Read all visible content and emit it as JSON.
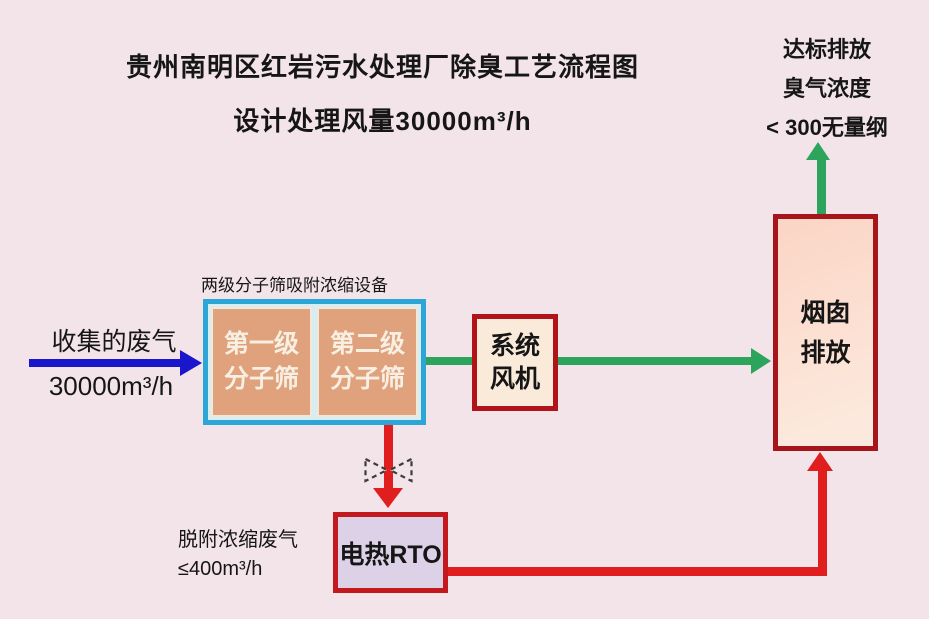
{
  "header": {
    "title": "贵州南明区红岩污水处理厂除臭工艺流程图",
    "subtitle": "设计处理风量30000m³/h"
  },
  "outlet_note": {
    "line1": "达标排放",
    "line2": "臭气浓度",
    "line3": "< 300无量纲"
  },
  "inlet": {
    "label": "收集的废气",
    "flow_rate": "30000m³/h"
  },
  "adsorption_unit": {
    "label": "两级分子筛吸附浓缩设备",
    "stage1": {
      "line1": "第一级",
      "line2": "分子筛"
    },
    "stage2": {
      "line1": "第二级",
      "line2": "分子筛"
    }
  },
  "fan": {
    "line1": "系统",
    "line2": "风机"
  },
  "stack": {
    "line1": "烟囱",
    "line2": "排放"
  },
  "rto": {
    "label": "电热RTO"
  },
  "desorption": {
    "line1": "脱附浓缩废气",
    "line2": "≤400m³/h"
  },
  "icons": {
    "valve": "butterfly-valve"
  },
  "colors": {
    "background": "#f3e4ea",
    "inlet_arrow_blue": "#1a16cc",
    "treated_gas_arrow_green": "#2ca45b",
    "concentrated_gas_arrow_red": "#e11e1e",
    "equipment_border_dark_red": "#a6151b",
    "fan_border_red": "#b01419",
    "rto_border_red": "#c2181e",
    "sieve_border_cyan": "#2ba6d6",
    "sieve_fill_salmon": "#dfa27d",
    "fan_fill_cream": "#f9ead9",
    "stack_fill_peach": "#fbd5c5",
    "rto_fill_lavender": "#ddd1e7",
    "text_dark": "#161616",
    "sieve_text_offwhite": "#f8efe3"
  }
}
